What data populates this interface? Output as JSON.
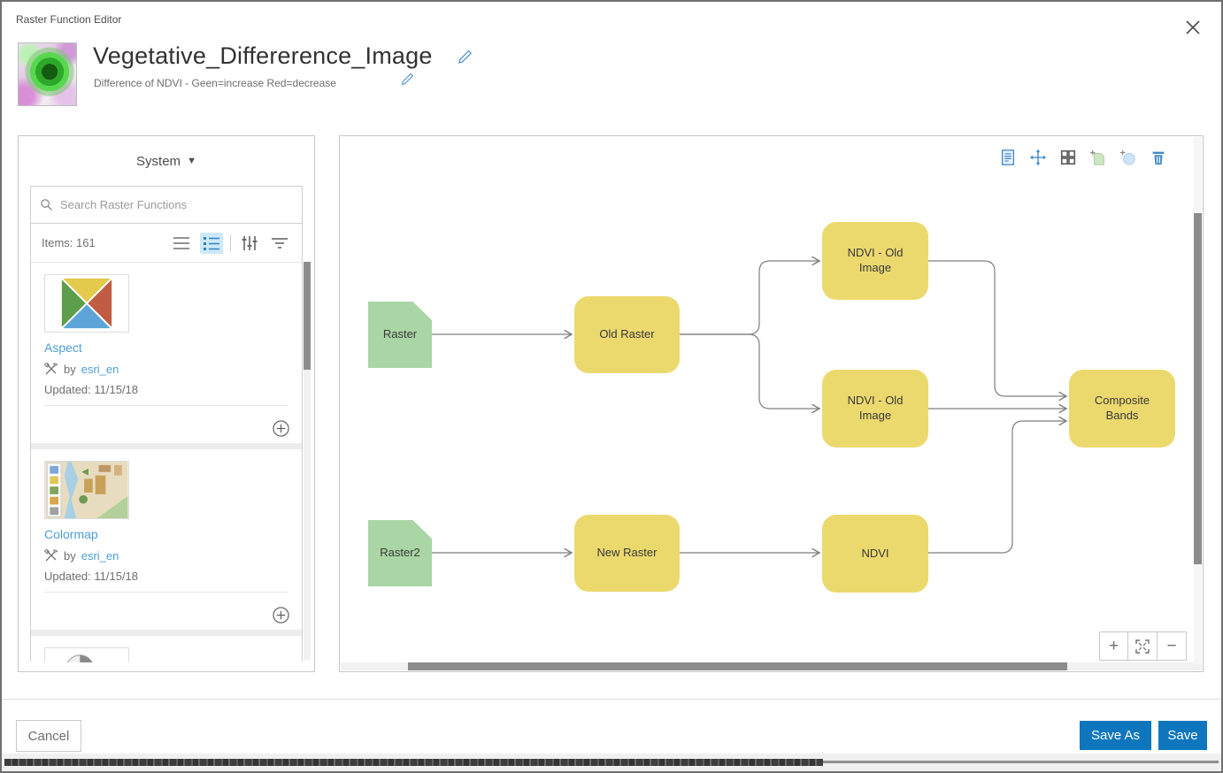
{
  "window": {
    "label": "Raster Function Editor"
  },
  "header": {
    "title": "Vegetative_Differerence_Image",
    "subtitle": "Difference of NDVI - Geen=increase Red=decrease"
  },
  "sidebar": {
    "category_label": "System",
    "search_placeholder": "Search Raster Functions",
    "items_count": "Items: 161",
    "items": [
      {
        "name": "Aspect",
        "by": "by",
        "author": "esri_en",
        "updated": "Updated: 11/15/18"
      },
      {
        "name": "Colormap",
        "by": "by",
        "author": "esri_en",
        "updated": "Updated: 11/15/18"
      }
    ]
  },
  "canvas": {
    "nodes": {
      "raster": "Raster",
      "old_raster": "Old Raster",
      "ndvi_old_image_top": "NDVI - Old Image",
      "ndvi_old_image_bottom": "NDVI - Old Image",
      "composite_bands": "Composite Bands",
      "raster2": "Raster2",
      "new_raster": "New Raster",
      "ndvi": "NDVI"
    },
    "zoom": {
      "in": "+",
      "out": "−"
    }
  },
  "footer": {
    "cancel": "Cancel",
    "save_as": "Save As",
    "save": "Save"
  },
  "colors": {
    "accent_blue": "#0e76bd",
    "node_yellow": "#ecd96e",
    "node_green": "#a9d6a4",
    "link_blue": "#4e9ed6"
  }
}
